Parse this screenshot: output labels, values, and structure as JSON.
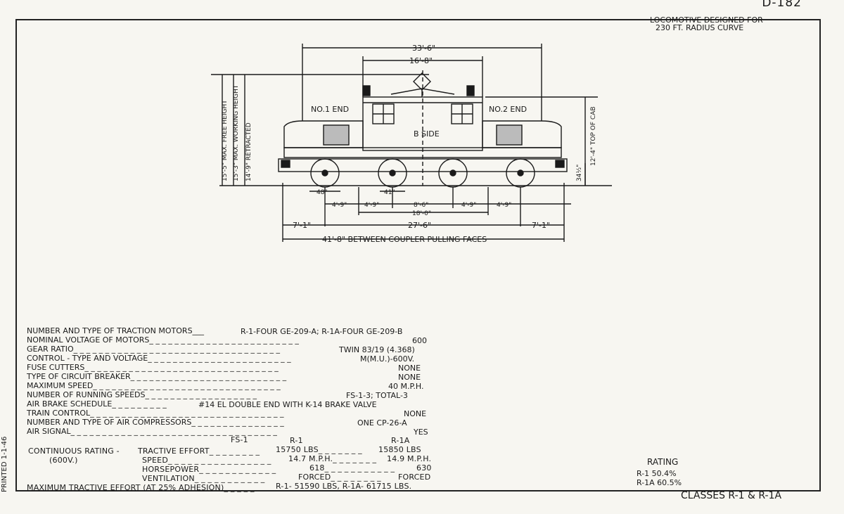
{
  "sheet_number": "D-182",
  "top_note": [
    "LOCOMOTIVE DESIGNED FOR",
    "230 FT. RADIUS CURVE"
  ],
  "drawing": {
    "end_labels": {
      "left": "NO.1 END",
      "right": "NO.2 END",
      "side": "B SIDE"
    },
    "heights": {
      "max_free": "15'-5\" MAX. FREE HEIGHT",
      "max_working": "15'-3\" MAX. WORKING HEIGHT",
      "retracted": "14'-9\" RETRACTED",
      "top_of_cab": "12'-4\" TOP OF CAB",
      "coupler": "34½\""
    },
    "dims": {
      "overall_top": "33'-6\"",
      "cab": "16'-8\"",
      "wheel_dia": "48\"",
      "wheel_dia2": "41\"",
      "wb1": "4'-9\"",
      "wb2": "4'-9\"",
      "truck_centers": "8'-6\"",
      "wb3": "4'-9\"",
      "wb4": "4'-9\"",
      "rigid": "18'-0\"",
      "overhang_left": "7'-1\"",
      "total_wheelbase": "27'-6\"",
      "overhang_right": "7'-1\"",
      "over_couplers": "41'-8\" BETWEEN COUPLER PULLING FACES"
    }
  },
  "specs": [
    {
      "label": "NUMBER AND TYPE OF TRACTION MOTORS___",
      "value": "R-1-FOUR GE-209-A; R-1A-FOUR GE-209-B"
    },
    {
      "label": "NOMINAL VOLTAGE OF MOTORS_ _ _ _ _ _ _ _ _ _ _ _ _ _ _ _ _ _ _ _ _ _ _ _",
      "value": "600"
    },
    {
      "label": "GEAR RATIO_ _ _ _ _ _ _ _ _ _ _ _ _ _ _ _ _ _ _ _ _ _ _ _ _ _ _ _ _ _ _ _ _",
      "value": "TWIN 83/19 (4.368)"
    },
    {
      "label": "CONTROL - TYPE AND VOLTAGE_ _ _ _ _ _ _ _ _ _ _ _ _ _ _ _ _ _ _ _ _ _ _",
      "value": "M(M.U.)-600V."
    },
    {
      "label": "FUSE CUTTERS_ _ _ _ _ _ _ _ _ _ _ _ _ _ _ _ _ _ _ _ _ _ _ _ _ _ _ _ _ _ _",
      "value": "NONE"
    },
    {
      "label": "TYPE OF CIRCUIT BREAKER_ _ _ _ _ _ _ _ _ _ _ _ _ _ _ _ _ _ _ _ _ _ _ _ _",
      "value": "NONE"
    },
    {
      "label": "MAXIMUM SPEED_ _ _ _ _ _ _ _ _ _ _ _ _ _ _ _ _ _ _ _ _ _ _ _ _ _ _ _ _ _",
      "value": "40 M.P.H."
    },
    {
      "label": "NUMBER OF RUNNING SPEEDS_ _ _ _ _ _ _ _ _ _ _ _ _ _ _ _ _ _",
      "value": "FS-1-3; TOTAL-3"
    },
    {
      "label": "AIR BRAKE SCHEDULE_ _ _ _ _ _ _ _ _",
      "value": "#14 EL DOUBLE END WITH K-14 BRAKE VALVE"
    },
    {
      "label": "TRAIN CONTROL_ _ _ _ _ _ _ _ _ _ _ _ _ _ _ _ _ _ _ _ _ _ _ _ _ _ _ _ _ _ _",
      "value": "NONE"
    },
    {
      "label": "NUMBER AND TYPE OF AIR COMPRESSORS_ _ _ _ _ _ _ _ _ _ _ _ _ _ _",
      "value": "ONE CP-26-A"
    },
    {
      "label": "AIR SIGNAL_ _ _ _ _ _ _ _ _ _ _ _ _ _ _ _ _ _ _ _ _ _ _ _ _ _ _ _ _ _ _ _ _",
      "value": "YES"
    }
  ],
  "rating_table": {
    "columns": [
      "FS-1",
      "R-1",
      "R-1A"
    ],
    "group_label": "CONTINUOUS RATING -",
    "voltage": "(600V.)",
    "rows": [
      {
        "label": "TRACTIVE EFFORT_ _ _ _ _ _ _ _",
        "r1": "15750 LBS_ _ _ _ _ _ _",
        "r1a": "15850 LBS"
      },
      {
        "label": "SPEED_ _ _ _ _ _ _ _ _ _ _ _ _ _ _ _",
        "r1": "14.7 M.P.H._ _ _ _ _ _ _",
        "r1a": "14.9 M.P.H."
      },
      {
        "label": "HORSEPOWER_ _ _ _ _ _ _ _ _ _ _ _",
        "r1": "618_ _ _ _ _ _ _ _ _ _ _",
        "r1a": "630"
      },
      {
        "label": "VENTILATION_ _ _ _ _ _ _ _ _ _ _",
        "r1": "FORCED_ _ _ _ _ _ _ _",
        "r1a": "FORCED"
      }
    ],
    "max_te_label": "MAXIMUM TRACTIVE EFFORT (AT 25% ADHESION)_ _ _ _ _",
    "max_te_value": "R-1- 51590 LBS, R-1A- 61715 LBS."
  },
  "rating": {
    "title": "RATING",
    "r1": "R-1  50.4%",
    "r1a": "R-1A 60.5%"
  },
  "classes": "CLASSES R-1 & R-1A",
  "printed": "PRINTED 1-1-46"
}
